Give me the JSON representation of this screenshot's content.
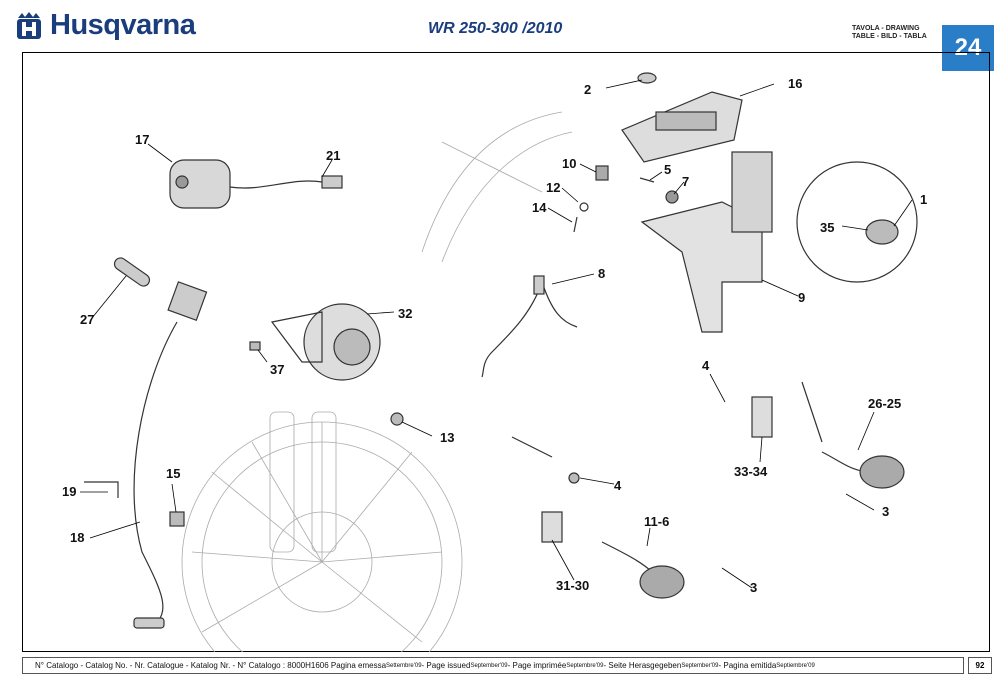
{
  "header": {
    "brand": "Husqvarna",
    "model": "WR 250-300 /2010",
    "drawing_label_line1": "TAVOLA - DRAWING",
    "drawing_label_line2": "TABLE - BILD - TABLA",
    "table_number": "24"
  },
  "callouts": {
    "c1": "1",
    "c2": "2",
    "c3a": "3",
    "c3b": "3",
    "c4a": "4",
    "c4b": "4",
    "c5": "5",
    "c7": "7",
    "c8": "8",
    "c9": "9",
    "c10": "10",
    "c11_6": "11-6",
    "c12": "12",
    "c13": "13",
    "c14": "14",
    "c15": "15",
    "c16": "16",
    "c17": "17",
    "c18": "18",
    "c19": "19",
    "c21": "21",
    "c26_25": "26-25",
    "c27": "27",
    "c31_30": "31-30",
    "c32": "32",
    "c33_34": "33-34",
    "c35": "35",
    "c37": "37"
  },
  "footer": {
    "p1": "N° Catalogo - Catalog No. - Nr. Catalogue - Katalog Nr. - N° Catalogo : 8000H1606  Pagina emessa ",
    "d1": "Settembre'09",
    "p2": " - Page issued ",
    "d2": "September'09",
    "p3": " - Page imprimée ",
    "d3": "Septembre'09",
    "p4": " - Seite Herasgegeben ",
    "d4": "September'09",
    "p5": " - Pagina emitida ",
    "d5": "Septiembre'09",
    "page_number": "92"
  },
  "colors": {
    "brand_blue": "#1a3d7c",
    "badge_blue": "#2a7ec7"
  }
}
